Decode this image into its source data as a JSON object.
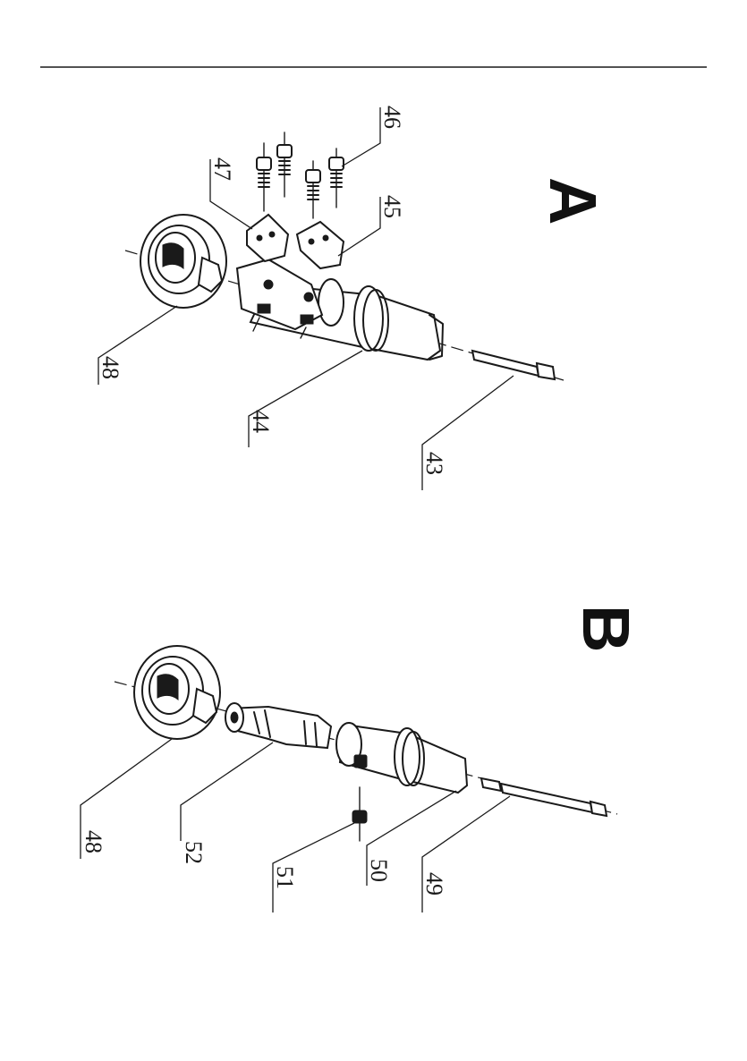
{
  "figure_a": {
    "letter": "A",
    "labels": [
      "46",
      "47",
      "45",
      "48",
      "44",
      "43"
    ]
  },
  "figure_b": {
    "letter": "B",
    "labels": [
      "48",
      "52",
      "51",
      "50",
      "49"
    ]
  },
  "colors": {
    "ink": "#1a1a1a",
    "background": "#ffffff"
  }
}
